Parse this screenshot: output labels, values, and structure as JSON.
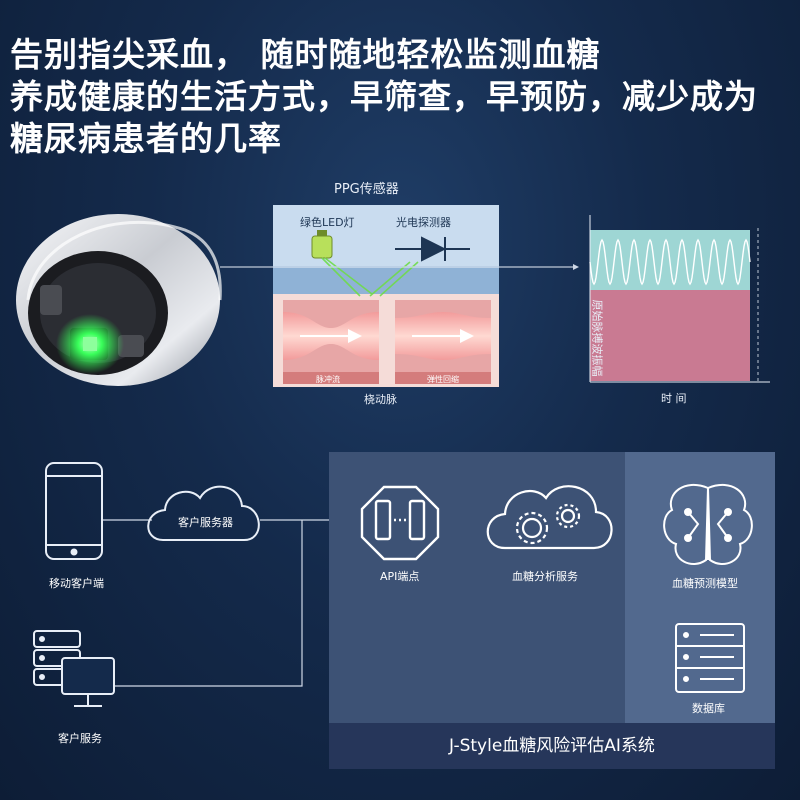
{
  "headline": {
    "line1": "告别指尖采血， 随时随地轻松监测血糖",
    "line2": "养成健康的生活方式，早筛查，早预防，减少成为",
    "line3": "糖尿病患者的几率"
  },
  "ppg": {
    "title": "PPG传感器",
    "led_label": "绿色LED灯",
    "detector_label": "光电探测器",
    "artery_label": "桡动脉",
    "pulse_left_label": "脉冲流",
    "pulse_right_label": "弹性回缩"
  },
  "waveform": {
    "x_label": "时 间",
    "y_label": "原始脉搏波振幅"
  },
  "architecture": {
    "mobile_client": "移动客户端",
    "customer_server": "客户服务器",
    "customer_service": "客户服务",
    "api_endpoint": "API端点",
    "glucose_analysis": "血糖分析服务",
    "glucose_model": "血糖预测模型",
    "database": "数据库",
    "system_title": "J-Style血糖风险评估AI系统"
  },
  "colors": {
    "background": "#142a4b",
    "system_panel": "#3d5275",
    "system_panel_right": "#52698e",
    "footer": "#26365a",
    "led_green": "#39ff5a",
    "wave_top": "#9ed6d4",
    "wave_bottom": "#c97a92"
  }
}
